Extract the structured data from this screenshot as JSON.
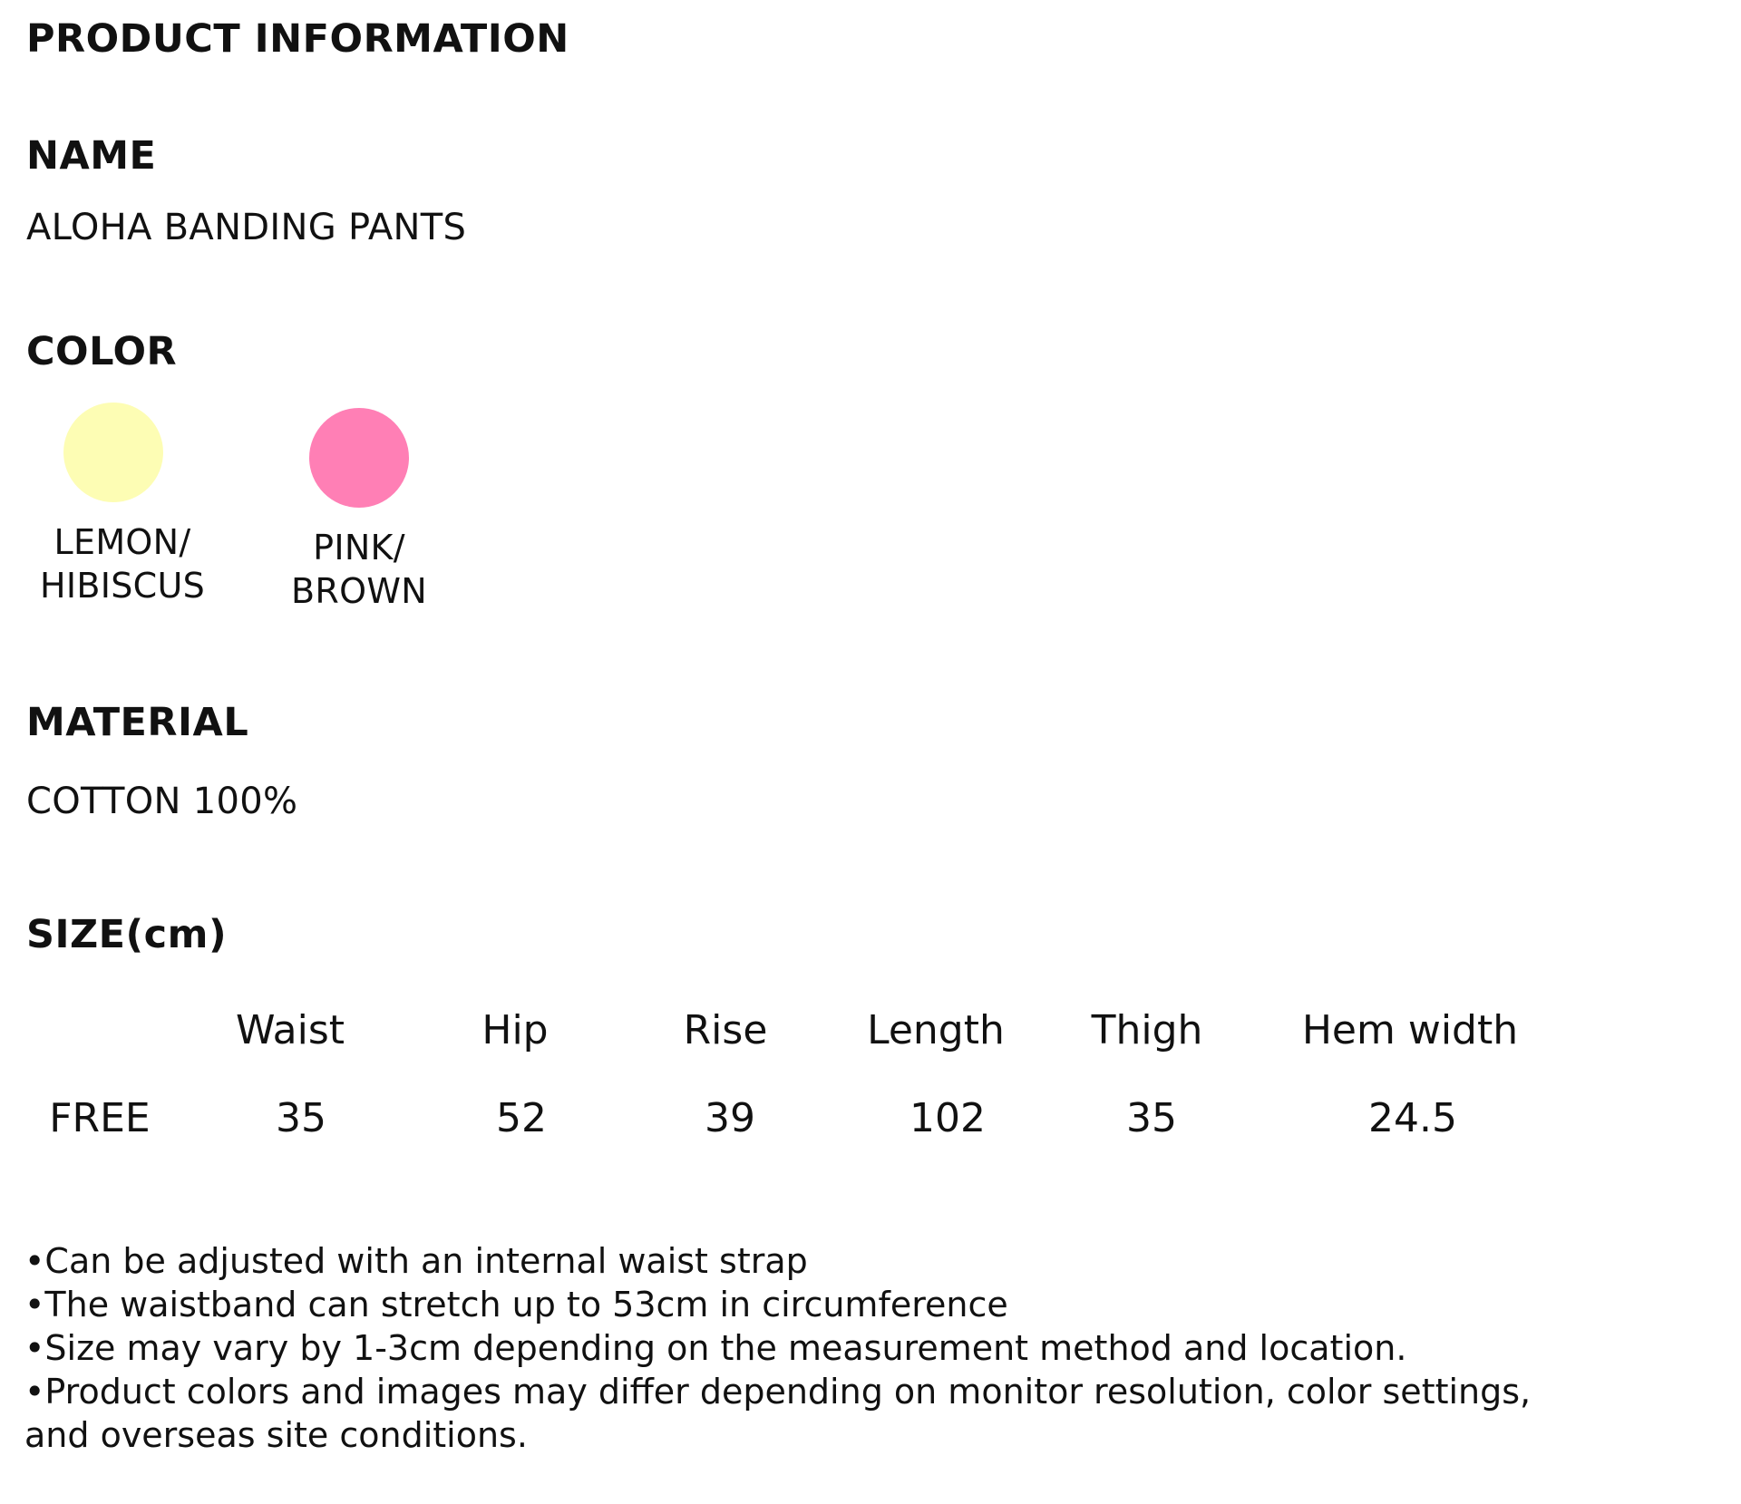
{
  "page_title": "PRODUCT INFORMATION",
  "name": {
    "heading": "NAME",
    "value": "ALOHA BANDING PANTS"
  },
  "color": {
    "heading": "COLOR",
    "options": [
      {
        "label": "LEMON/\nHIBISCUS",
        "swatch": "#FDFDB4"
      },
      {
        "label": "PINK/\nBROWN",
        "swatch": "#FF7FB5"
      }
    ]
  },
  "material": {
    "heading": "MATERIAL",
    "value": "COTTON 100%"
  },
  "size": {
    "heading": "SIZE(cm)",
    "columns": [
      "Waist",
      "Hip",
      "Rise",
      "Length",
      "Thigh",
      "Hem width"
    ],
    "rows": [
      {
        "label": "FREE",
        "values": [
          "35",
          "52",
          "39",
          "102",
          "35",
          "24.5"
        ]
      }
    ]
  },
  "notes": [
    "•Can be adjusted with an internal waist strap",
    "•The waistband can stretch up to 53cm in circumference",
    "•Size may vary by 1-3cm depending on the measurement method and location.",
    "•Product colors and images may differ depending on monitor resolution, color settings,",
    "and overseas site conditions."
  ]
}
